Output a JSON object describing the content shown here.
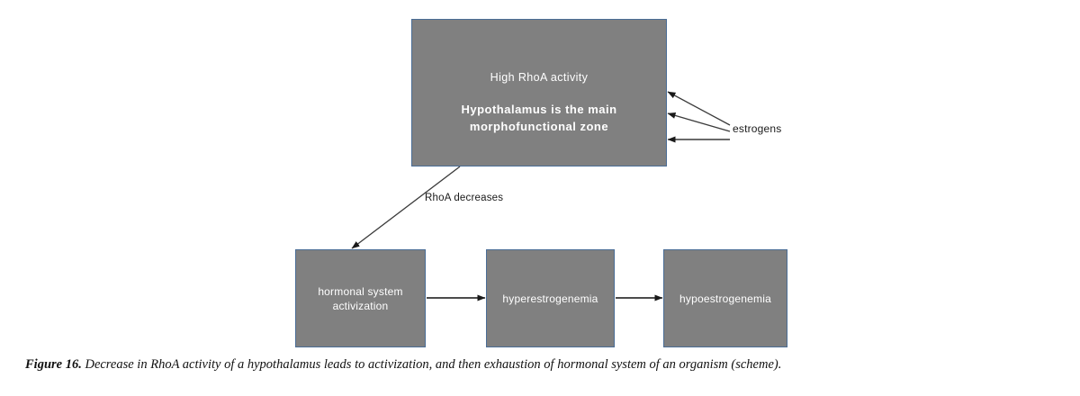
{
  "figure": {
    "caption_label": "Figure 16.",
    "caption_text": " Decrease in RhoA activity of a hypothalamus leads to activization, and then exhaustion of hormonal system of an organism (scheme).",
    "background_color": "#ffffff"
  },
  "diagram": {
    "type": "flow-scheme",
    "box_fill_color": "#808080",
    "box_border_color": "#4a6d96",
    "box_text_color": "#ffffff",
    "arrow_color": "#1a1a1a",
    "nodes": [
      {
        "id": "hypothalamus",
        "title": "High RhoA activity",
        "subtitle": "Hypothalamus is the main\nmorphofunctional  zone"
      },
      {
        "id": "hormonal-system-activization",
        "label": "hormonal system\nactivization"
      },
      {
        "id": "hyperestrogenemia",
        "label": "hyperestrogenemia"
      },
      {
        "id": "hypoestrogenemia",
        "label": "hypoestrogenemia"
      }
    ],
    "edge_labels": {
      "rhoa_decreases": "RhoA decreases",
      "estrogens": "estrogens"
    },
    "edges": [
      {
        "from": "hypothalamus",
        "to": "hormonal-system-activization",
        "label": "RhoA decreases"
      },
      {
        "from": "hormonal-system-activization",
        "to": "hyperestrogenemia",
        "label": ""
      },
      {
        "from": "hyperestrogenemia",
        "to": "hypoestrogenemia",
        "label": ""
      },
      {
        "from": "estrogens",
        "to": "hypothalamus",
        "label": "estrogens",
        "count": 3
      }
    ]
  }
}
